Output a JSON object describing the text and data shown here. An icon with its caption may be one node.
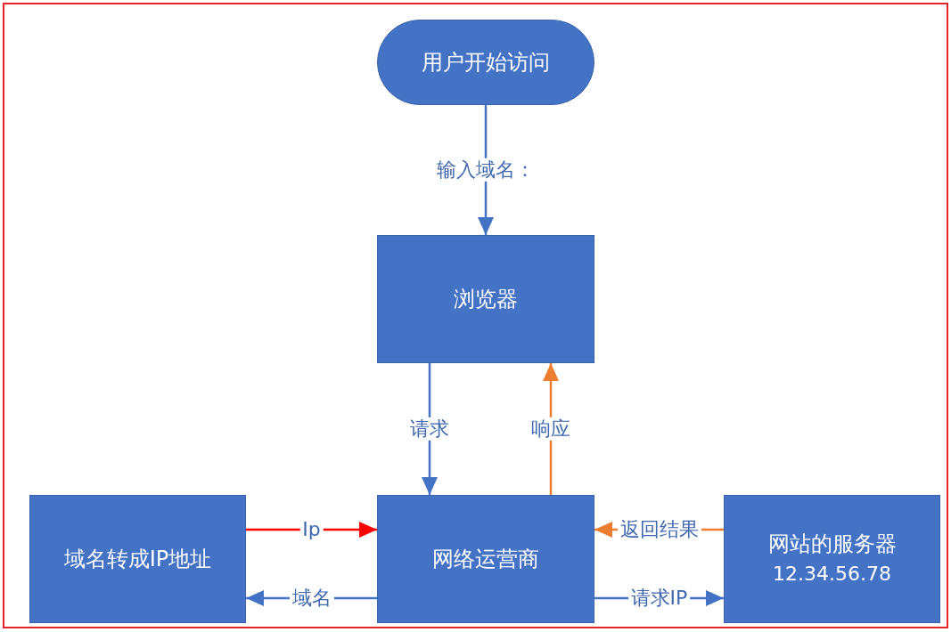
{
  "diagram": {
    "nodes": [
      {
        "text": [
          "用户开始访问"
        ]
      },
      {
        "text": [
          "浏览器"
        ]
      },
      {
        "text": [
          "网络运营商"
        ]
      },
      {
        "text": [
          "域名转成IP地址"
        ]
      },
      {
        "text": [
          "网站的服务器",
          "12.34.56.78"
        ]
      }
    ],
    "edges": [
      {
        "from": 0,
        "to": 1,
        "arrow": "to",
        "label": "输入域名："
      },
      {
        "from": 1,
        "to": 2,
        "arrow": "to",
        "label": "请求"
      },
      {
        "from": 2,
        "to": 1,
        "arrow": "to",
        "label": "响应",
        "color": "#ed7d31"
      },
      {
        "from": 3,
        "to": 2,
        "arrow": "to",
        "label": "Ip",
        "color": "#ff0000"
      },
      {
        "from": 2,
        "to": 3,
        "arrow": "to",
        "label": "域名"
      },
      {
        "from": 4,
        "to": 2,
        "arrow": "to",
        "label": "返回结果",
        "color": "#ed7d31"
      },
      {
        "from": 2,
        "to": 4,
        "arrow": "to",
        "label": "请求IP"
      }
    ]
  }
}
